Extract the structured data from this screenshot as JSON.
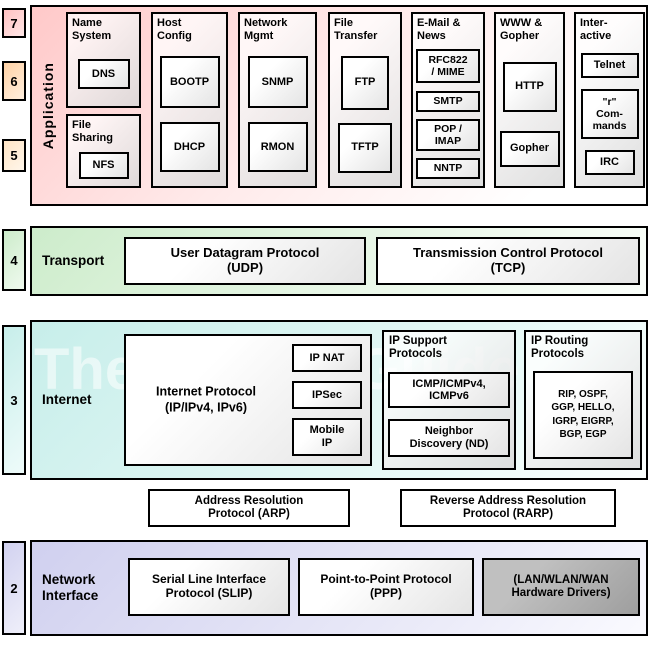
{
  "watermark": "The TCP/IP Guide",
  "layers": {
    "l7": "7",
    "l6": "6",
    "l5": "5",
    "l4": "4",
    "l3": "3",
    "l2": "2"
  },
  "application": {
    "label": "Application",
    "name_system": {
      "title": "Name\nSystem",
      "dns": "DNS"
    },
    "file_sharing": {
      "title": "File\nSharing",
      "nfs": "NFS"
    },
    "host_config": {
      "title": "Host\nConfig",
      "bootp": "BOOTP",
      "dhcp": "DHCP"
    },
    "network_mgmt": {
      "title": "Network\nMgmt",
      "snmp": "SNMP",
      "rmon": "RMON"
    },
    "file_transfer": {
      "title": "File\nTransfer",
      "ftp": "FTP",
      "tftp": "TFTP"
    },
    "email_news": {
      "title": "E-Mail &\nNews",
      "rfc822": "RFC822\n/ MIME",
      "smtp": "SMTP",
      "pop_imap": "POP /\nIMAP",
      "nntp": "NNTP"
    },
    "www_gopher": {
      "title": "WWW &\nGopher",
      "http": "HTTP",
      "gopher": "Gopher"
    },
    "interactive": {
      "title": "Inter-\nactive",
      "telnet": "Telnet",
      "r_commands": "\"r\"\nCom-\nmands",
      "irc": "IRC"
    }
  },
  "transport": {
    "label": "Transport",
    "udp": "User Datagram Protocol\n(UDP)",
    "tcp": "Transmission Control Protocol\n(TCP)"
  },
  "internet": {
    "label": "Internet",
    "ip": "Internet Protocol\n(IP/IPv4, IPv6)",
    "ip_nat": "IP NAT",
    "ipsec": "IPSec",
    "mobile_ip": "Mobile\nIP",
    "ip_support": {
      "title": "IP Support\nProtocols",
      "icmp": "ICMP/ICMPv4,\nICMPv6",
      "nd": "Neighbor\nDiscovery (ND)"
    },
    "ip_routing": {
      "title": "IP Routing\nProtocols",
      "list": "RIP, OSPF,\nGGP, HELLO,\nIGRP, EIGRP,\nBGP, EGP"
    }
  },
  "arp_row": {
    "arp": "Address Resolution\nProtocol (ARP)",
    "rarp": "Reverse Address Resolution\nProtocol (RARP)"
  },
  "network_interface": {
    "label": "Network\nInterface",
    "slip": "Serial Line Interface\nProtocol (SLIP)",
    "ppp": "Point-to-Point Protocol\n(PPP)",
    "hardware": "(LAN/WLAN/WAN\nHardware Drivers)"
  },
  "colors": {
    "application_bg": "#ffc9c9",
    "transport_bg": "#cdeccb",
    "internet_bg": "#c7eeea",
    "network_interface_bg": "#d0d0ef",
    "layer7_badge": "#ffc2c2",
    "layer6_badge": "#ffd2a6",
    "layer5_badge": "#ffe5c6",
    "hardware_box": "#b0b0b0",
    "border": "#000000"
  }
}
